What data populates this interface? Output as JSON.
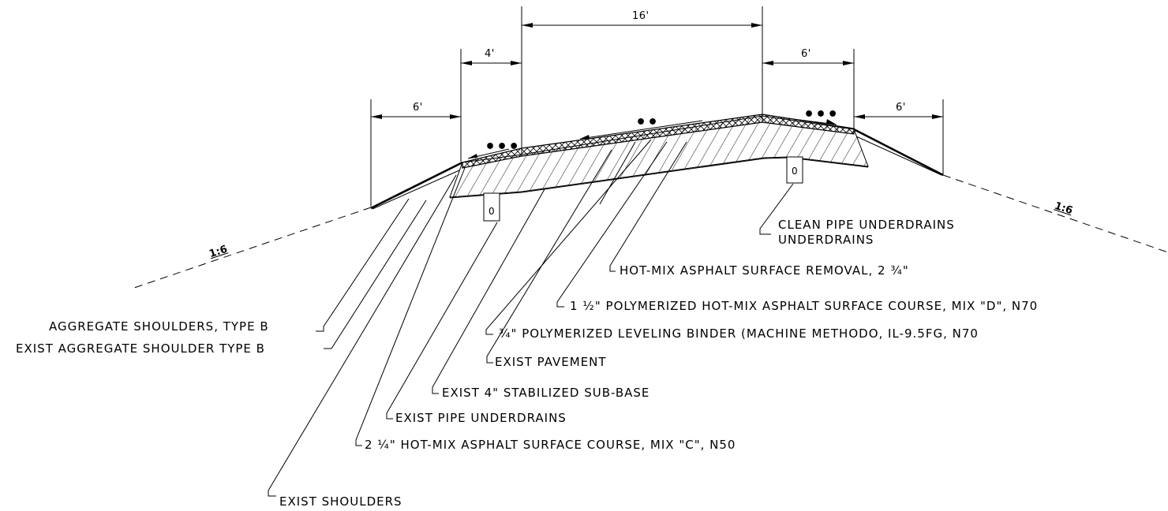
{
  "dimensions": {
    "center_width": "16'",
    "left_paved_shoulder": "4'",
    "right_paved_shoulder": "6'",
    "left_aggregate_shoulder": "6'",
    "right_aggregate_shoulder": "6'"
  },
  "slopes": {
    "left": "1:6",
    "right": "1:6"
  },
  "pipe_marks": {
    "left": "0",
    "right": "0"
  },
  "dot_marks": {
    "left": "•••",
    "center": "••",
    "right": "•••"
  },
  "callouts": {
    "clean_pipe_1": "CLEAN PIPE UNDERDRAINS",
    "clean_pipe_2": "UNDERDRAINS",
    "hma_surface_removal": "HOT-MIX ASPHALT SURFACE REMOVAL, 2 ¾\"",
    "polymerized_surface_course": "1 ½\" POLYMERIZED HOT-MIX ASPHALT SURFACE COURSE, MIX \"D\", N70",
    "aggregate_shoulders_type_b": "AGGREGATE SHOULDERS, TYPE B",
    "leveling_binder": "¾\" POLYMERIZED LEVELING BINDER (MACHINE METHODO, IL-9.5FG, N70",
    "exist_aggregate_shoulder": "EXIST AGGREGATE SHOULDER TYPE B",
    "exist_pavement": "EXIST PAVEMENT",
    "exist_subbase": "EXIST 4\" STABILIZED SUB-BASE",
    "exist_pipe_underdrains": "EXIST PIPE UNDERDRAINS",
    "hma_surface_course_c": "2 ¼\" HOT-MIX ASPHALT SURFACE COURSE, MIX \"C\", N50",
    "exist_shoulders": "EXIST SHOULDERS"
  }
}
